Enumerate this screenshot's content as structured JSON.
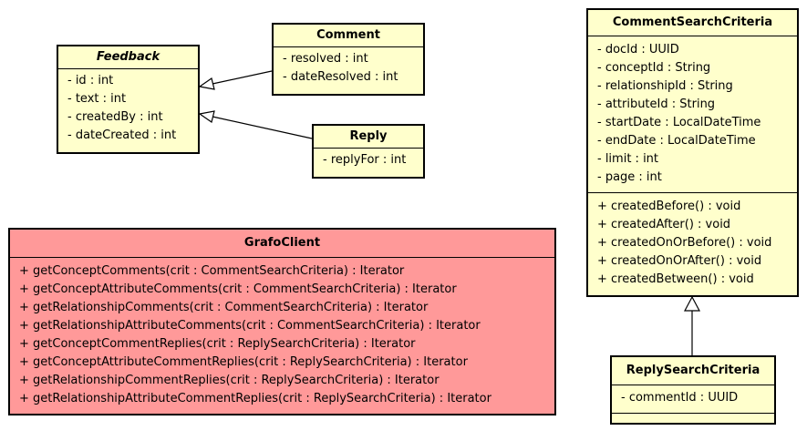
{
  "feedback": {
    "name": "Feedback",
    "attributes": [
      "- id : int",
      "- text : int",
      "- createdBy : int",
      "- dateCreated : int"
    ]
  },
  "comment": {
    "name": "Comment",
    "attributes": [
      "- resolved : int",
      "- dateResolved : int"
    ]
  },
  "reply": {
    "name": "Reply",
    "attributes": [
      "- replyFor : int"
    ]
  },
  "grafo_client": {
    "name": "GrafoClient",
    "methods": [
      "+ getConceptComments(crit : CommentSearchCriteria) : Iterator",
      "+ getConceptAttributeComments(crit : CommentSearchCriteria) : Iterator",
      "+ getRelationshipComments(crit : CommentSearchCriteria) : Iterator",
      "+ getRelationshipAttributeComments(crit : CommentSearchCriteria) : Iterator",
      "+ getConceptCommentReplies(crit : ReplySearchCriteria) : Iterator",
      "+ getConceptAttributeCommentReplies(crit : ReplySearchCriteria) : Iterator",
      "+ getRelationshipCommentReplies(crit : ReplySearchCriteria) : Iterator",
      "+ getRelationshipAttributeCommentReplies(crit : ReplySearchCriteria) : Iterator"
    ]
  },
  "comment_search_criteria": {
    "name": "CommentSearchCriteria",
    "attributes": [
      "- docId : UUID",
      "- conceptId : String",
      "- relationshipId : String",
      "- attributeId : String",
      "- startDate : LocalDateTime",
      "- endDate : LocalDateTime",
      "- limit : int",
      "- page : int"
    ],
    "methods": [
      "+ createdBefore() : void",
      "+ createdAfter() : void",
      "+ createdOnOrBefore() : void",
      "+ createdOnOrAfter() : void",
      "+ createdBetween() : void"
    ]
  },
  "reply_search_criteria": {
    "name": "ReplySearchCriteria",
    "attributes": [
      "- commentId : UUID"
    ]
  },
  "colors": {
    "class_fill": "#ffffcc",
    "client_fill": "#ff9999",
    "border": "#000000"
  }
}
